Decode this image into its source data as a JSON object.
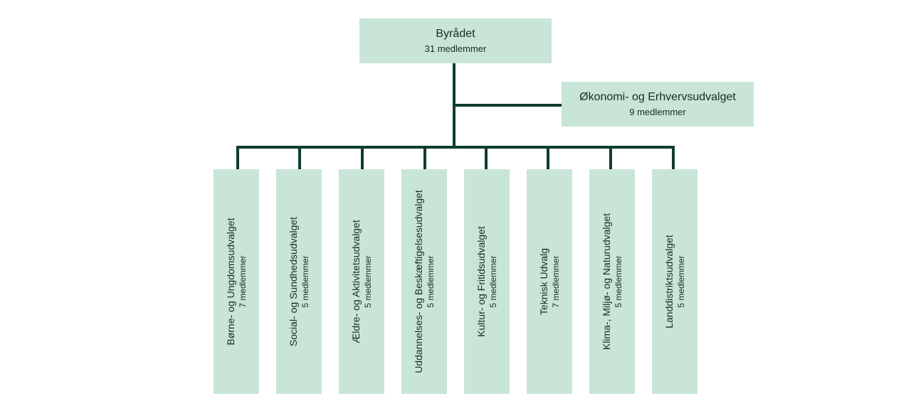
{
  "council": {
    "name": "Byrådet",
    "members": "31 medlemmer"
  },
  "finance_committee": {
    "name": "Økonomi- og Erhvervsudvalget",
    "members": "9 medlemmer"
  },
  "committees": [
    {
      "name": "Børne- og Ungdomsudvalget",
      "members": "7 medlemmer"
    },
    {
      "name": "Social- og Sundhedsudvalget",
      "members": "5 medlemmer"
    },
    {
      "name": "Ældre- og Aktivitetsudvalget",
      "members": "5 medlemmer"
    },
    {
      "name": "Uddannelses- og Beskæftigelsesudvalget",
      "members": "5 medlemmer"
    },
    {
      "name": "Kultur- og Fritidsudvalget",
      "members": "5 medlemmer"
    },
    {
      "name": "Teknisk Udvalg",
      "members": "7 medlemmer"
    },
    {
      "name": "Klima-, Miljø- og Naturudvalget",
      "members": "5 medlemmer"
    },
    {
      "name": "Landdistriktsudvalget",
      "members": "5 medlemmer"
    }
  ],
  "colors": {
    "box_fill": "#c8e5d8",
    "connector": "#0f3d2e"
  }
}
